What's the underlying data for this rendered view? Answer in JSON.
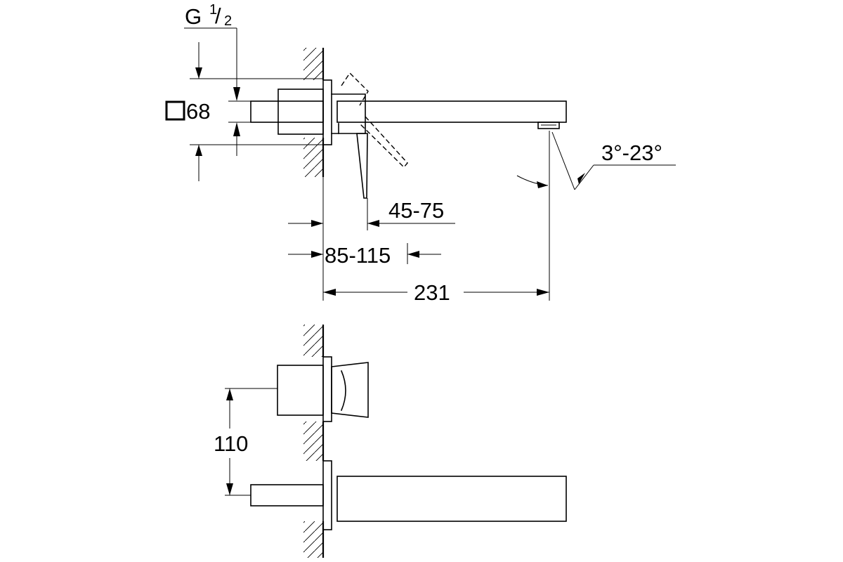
{
  "drawing": {
    "thread": {
      "prefix": "G",
      "numerator": "1",
      "denominator": "2"
    },
    "wall_plate_size": "68",
    "wall_plate_symbol": "square-icon",
    "spout_angle": "3°-23°",
    "handle_offset": "45-75",
    "wall_depth_range": "85-115",
    "spout_projection": "231",
    "outlet_spacing": "110"
  }
}
